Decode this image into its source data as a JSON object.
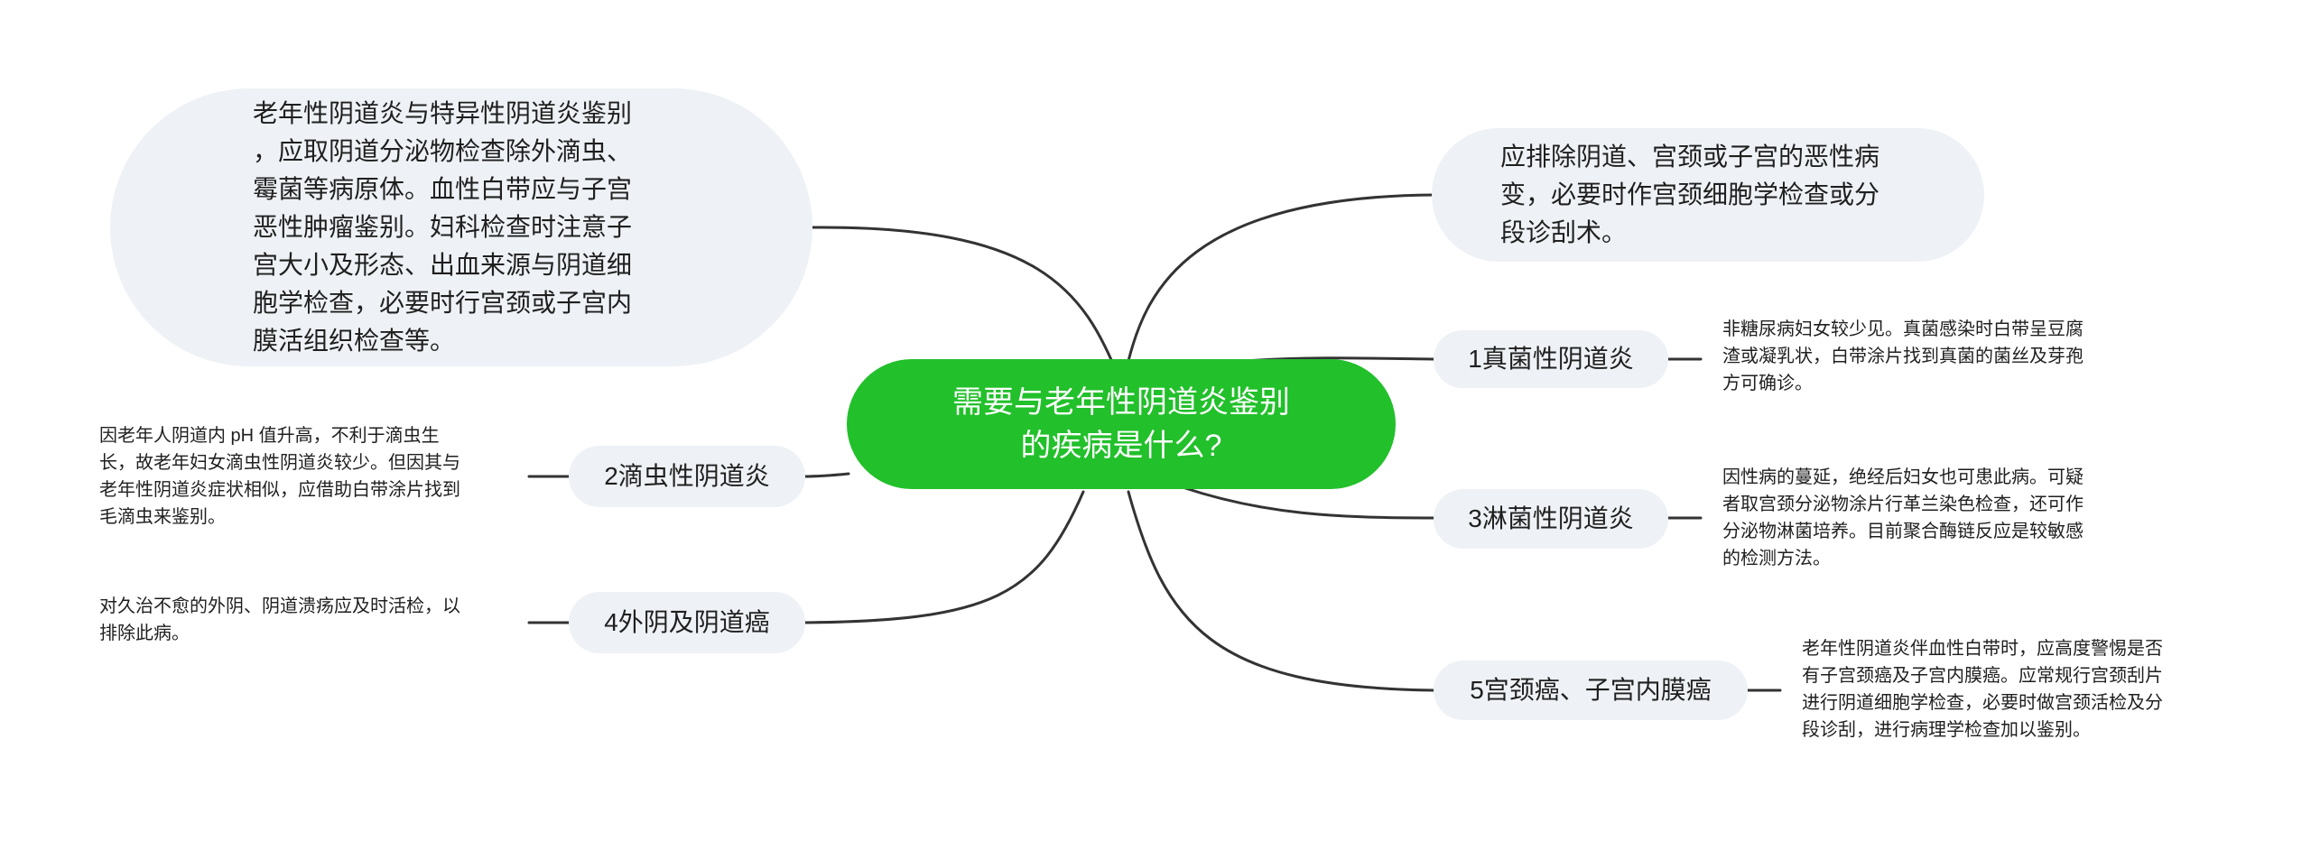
{
  "colors": {
    "root_fill": "#22c02b",
    "root_text": "#ffffff",
    "node_fill": "#eef1f5",
    "connector": "#333333",
    "text": "#1f1f1f"
  },
  "root": {
    "lines": [
      "需要与老年性阴道炎鉴别",
      "的疾病是什么?"
    ]
  },
  "top_left": {
    "lines": [
      "老年性阴道炎与特异性阴道炎鉴别",
      "，应取阴道分泌物检查除外滴虫、",
      "霉菌等病原体。血性白带应与子宫",
      "恶性肿瘤鉴别。妇科检查时注意子",
      "宫大小及形态、出血来源与阴道细",
      "胞学检查，必要时行宫颈或子宫内",
      "膜活组织检查等。"
    ]
  },
  "top_right": {
    "lines": [
      "应排除阴道、宫颈或子宫的恶性病",
      "变，必要时作宫颈细胞学检查或分",
      "段诊刮术。"
    ]
  },
  "branches": {
    "b1": "1真菌性阴道炎",
    "b2": "2滴虫性阴道炎",
    "b3": "3淋菌性阴道炎",
    "b4": "4外阴及阴道癌",
    "b5": "5宫颈癌、子宫内膜癌"
  },
  "notes": {
    "n1": [
      "非糖尿病妇女较少见。真菌感染时白带呈豆腐",
      "渣或凝乳状，白带涂片找到真菌的菌丝及芽孢",
      "方可确诊。"
    ],
    "n2": [
      "因老年人阴道内 pH 值升高，不利于滴虫生",
      "长，故老年妇女滴虫性阴道炎较少。但因其与",
      "老年性阴道炎症状相似，应借助白带涂片找到",
      "毛滴虫来鉴别。"
    ],
    "n3": [
      "因性病的蔓延，绝经后妇女也可患此病。可疑",
      "者取宫颈分泌物涂片行革兰染色检查，还可作",
      "分泌物淋菌培养。目前聚合酶链反应是较敏感",
      "的检测方法。"
    ],
    "n4": [
      "对久治不愈的外阴、阴道溃疡应及时活检，以",
      "排除此病。"
    ],
    "n5": [
      "老年性阴道炎伴血性白带时，应高度警惕是否",
      "有子宫颈癌及子宫内膜癌。应常规行宫颈刮片",
      "进行阴道细胞学检查，必要时做宫颈活检及分",
      "段诊刮，进行病理学检查加以鉴别。"
    ]
  }
}
